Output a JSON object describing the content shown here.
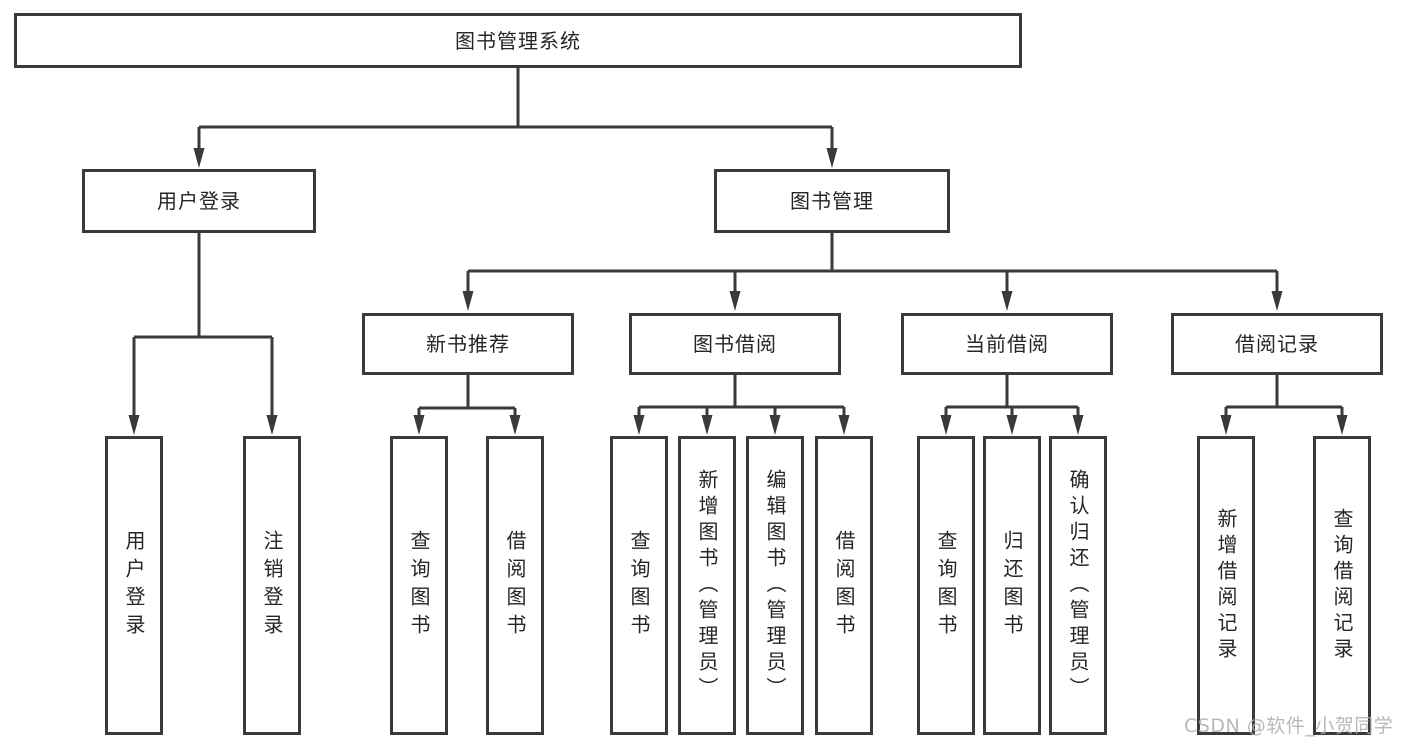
{
  "tree": {
    "root": "图书管理系统",
    "branches": [
      {
        "label": "用户登录",
        "children": [
          "用户登录",
          "注销登录"
        ]
      },
      {
        "label": "图书管理",
        "groups": [
          {
            "label": "新书推荐",
            "children": [
              "查询图书",
              "借阅图书"
            ]
          },
          {
            "label": "图书借阅",
            "children": [
              "查询图书",
              "新增图书（管理员）",
              "编辑图书（管理员）",
              "借阅图书"
            ]
          },
          {
            "label": "当前借阅",
            "children": [
              "查询图书",
              "归还图书",
              "确认归还（管理员）"
            ]
          },
          {
            "label": "借阅记录",
            "children": [
              "新增借阅记录",
              "查询借阅记录"
            ]
          }
        ]
      }
    ]
  },
  "watermark": "CSDN @软件_小贺同学",
  "colors": {
    "line": "#3a3a3a",
    "text": "#262626",
    "watermark": "#adadad",
    "background": "#ffffff"
  }
}
